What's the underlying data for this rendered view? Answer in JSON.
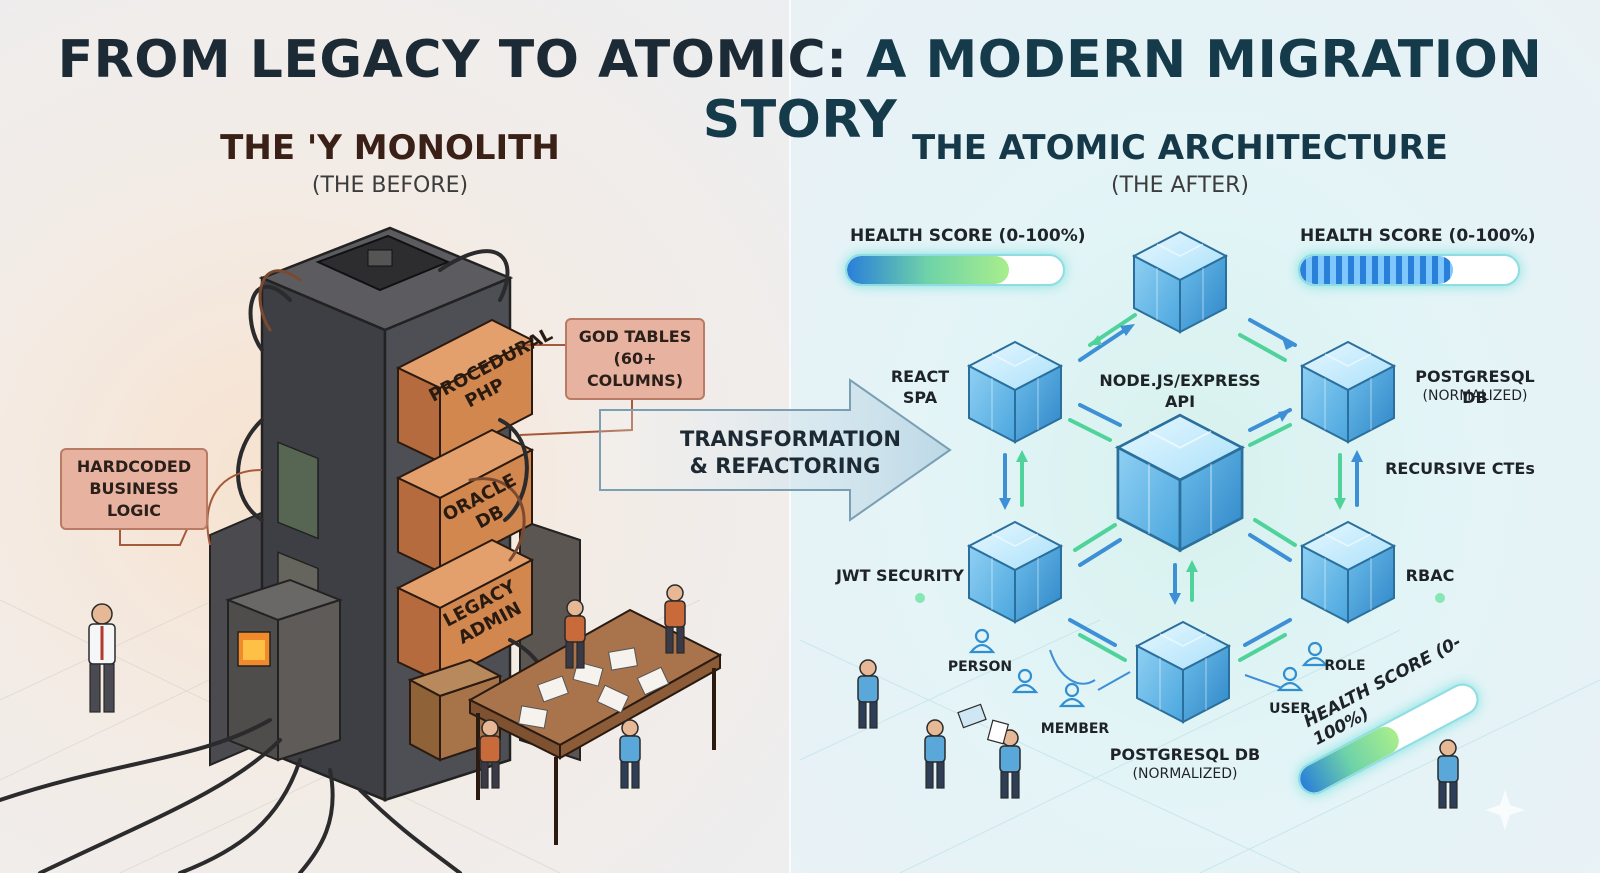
{
  "title": {
    "part1": "FROM LEGACY TO ATOMIC:",
    "part2": " A MODERN MIGRATION STORY"
  },
  "left": {
    "heading": "THE 'Y MONOLITH",
    "caption": "(THE BEFORE)",
    "tags": {
      "god_tables": "GOD TABLES (60+ COLUMNS)",
      "hardcoded": "HARDCODED BUSINESS LOGIC"
    },
    "boxes": {
      "procedural_php": "PROCEDURAL PHP",
      "oracle_db": "ORACLE DB",
      "legacy_admin": "LEGACY ADMIN"
    }
  },
  "transition": {
    "label": "TRANSFORMATION & REFACTORING"
  },
  "right": {
    "heading": "THE ATOMIC ARCHITECTURE",
    "caption": "(THE AFTER)",
    "health_label": "HEALTH SCORE (0-100%)",
    "health_bars": [
      {
        "label": "HEALTH SCORE (0-100%)",
        "fill": 0.75
      },
      {
        "label": "HEALTH SCORE (0-100%)",
        "fill": 0.7
      },
      {
        "label": "HEALTH SCORE (0-100%)",
        "fill": 0.55
      }
    ],
    "nodes": {
      "react_spa": "REACT SPA",
      "node_api": "NODE.JS/EXPRESS API",
      "postgres_top": "POSTGRESQL DB",
      "postgres_top_sub": "(NORMALIZED)",
      "recursive_ctes": "RECURSIVE CTEs",
      "jwt_security": "JWT SECURITY",
      "rbac": "RBAC",
      "postgres_bottom": "POSTGRESQL DB",
      "postgres_bottom_sub": "(NORMALIZED)"
    },
    "entities": {
      "person": "PERSON",
      "member": "MEMBER",
      "user": "USER",
      "role": "ROLE"
    }
  },
  "colors": {
    "title": "#1c2a35",
    "tag_fill": "#e7b3a0",
    "box_fill": "#c9834f",
    "cube_fill": "#9fd8f5",
    "arrow_green": "#4fd39a",
    "arrow_blue": "#3d8fd6"
  }
}
